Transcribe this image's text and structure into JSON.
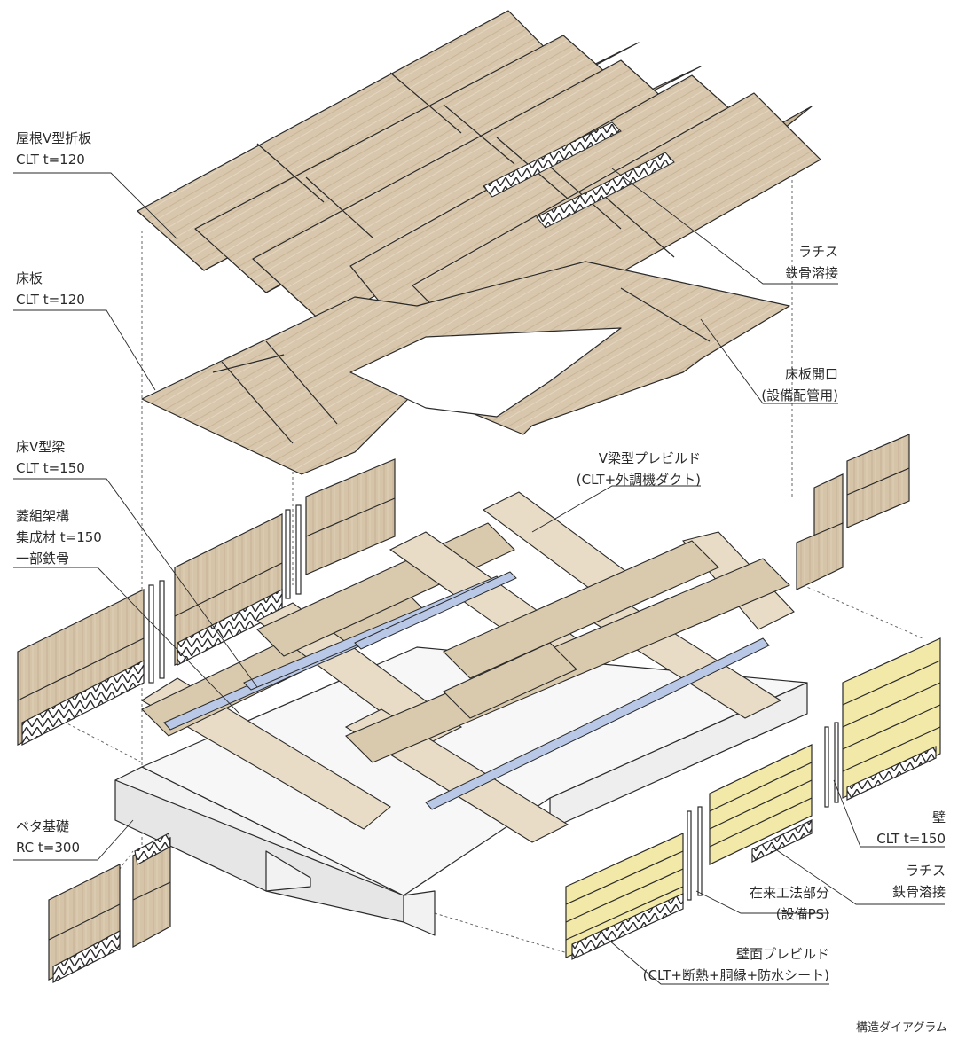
{
  "labels": {
    "roof": {
      "line1": "屋根V型折板",
      "line2": "CLT t=120"
    },
    "floor_slab": {
      "line1": "床板",
      "line2": "CLT t=120"
    },
    "floor_beam": {
      "line1": "床V型梁",
      "line2": "CLT t=150"
    },
    "lattice_frame": {
      "line1": "菱組架構",
      "line2": "集成材 t=150",
      "line3": "一部鉄骨"
    },
    "foundation": {
      "line1": "ベタ基礎",
      "line2": "RC t=300"
    },
    "lattice_top": {
      "line1": "ラチス",
      "line2": "鉄骨溶接"
    },
    "floor_opening": {
      "line1": "床板開口",
      "line2": "(設備配管用)"
    },
    "v_beam_prebuild": {
      "line1": "V梁型プレビルド",
      "line2": "(CLT+外調機ダクト)"
    },
    "wall": {
      "line1": "壁",
      "line2": "CLT t=150"
    },
    "lattice_wall": {
      "line1": "ラチス",
      "line2": "鉄骨溶接"
    },
    "conventional": {
      "line1": "在来工法部分",
      "line2": "(設備PS)"
    },
    "wall_prebuild": {
      "line1": "壁面プレビルド",
      "line2": "(CLT+断熱+胴縁+防水シート)"
    }
  },
  "caption": "構造ダイアグラム",
  "colors": {
    "clt": "#d8c7ad",
    "clt_dark": "#b9a58a",
    "prebuild_wall": "#f2e8a8",
    "duct": "#b9c8e6",
    "concrete": "#f2f2f2",
    "line": "#2a2a2a"
  }
}
